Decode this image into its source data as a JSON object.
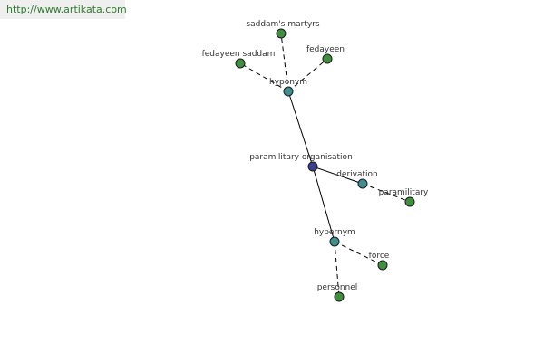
{
  "watermark": "http://www.artikata.com",
  "colors": {
    "center_node": "#3a3f8f",
    "relation_node": "#3f8f8f",
    "leaf_node": "#3f8f3f"
  },
  "nodes": [
    {
      "id": "center",
      "label": "paramilitary organisation",
      "kind": "center"
    },
    {
      "id": "hyponym",
      "label": "hyponym",
      "kind": "relation"
    },
    {
      "id": "derivation",
      "label": "derivation",
      "kind": "relation"
    },
    {
      "id": "hypernym",
      "label": "hypernym",
      "kind": "relation"
    },
    {
      "id": "saddams_martyrs",
      "label": "saddam's martyrs",
      "kind": "leaf"
    },
    {
      "id": "fedayeen_saddam",
      "label": "fedayeen saddam",
      "kind": "leaf"
    },
    {
      "id": "fedayeen",
      "label": "fedayeen",
      "kind": "leaf"
    },
    {
      "id": "paramilitary",
      "label": "paramilitary",
      "kind": "leaf"
    },
    {
      "id": "force",
      "label": "force",
      "kind": "leaf"
    },
    {
      "id": "personnel",
      "label": "personnel",
      "kind": "leaf"
    }
  ],
  "edges": [
    {
      "from": "center",
      "to": "hyponym",
      "style": "solid"
    },
    {
      "from": "center",
      "to": "derivation",
      "style": "solid"
    },
    {
      "from": "center",
      "to": "hypernym",
      "style": "solid"
    },
    {
      "from": "hyponym",
      "to": "saddams_martyrs",
      "style": "dashed"
    },
    {
      "from": "hyponym",
      "to": "fedayeen_saddam",
      "style": "dashed"
    },
    {
      "from": "hyponym",
      "to": "fedayeen",
      "style": "dashed"
    },
    {
      "from": "derivation",
      "to": "paramilitary",
      "style": "dashed"
    },
    {
      "from": "hypernym",
      "to": "force",
      "style": "dashed"
    },
    {
      "from": "hypernym",
      "to": "personnel",
      "style": "dashed"
    }
  ]
}
